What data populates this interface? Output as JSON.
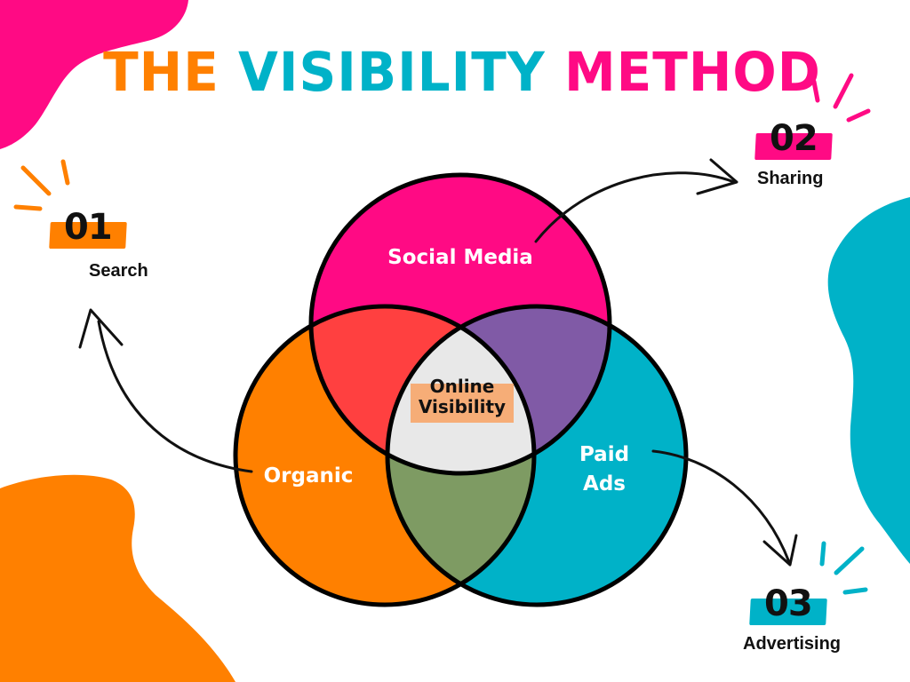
{
  "title": {
    "part1": "THE",
    "part2": "VISIBILITY",
    "part3": "METHOD"
  },
  "colors": {
    "orange": "#FF8000",
    "teal": "#00B2C8",
    "pink": "#FF0A84",
    "red_overlap": "#FF4040",
    "purple_overlap": "#805AA6",
    "green_overlap": "#7E9B63",
    "center_overlap": "#E8E8E8",
    "center_highlight": "#F7A66A"
  },
  "venn": {
    "circles": [
      {
        "name": "Social Media",
        "color": "#FF0A84"
      },
      {
        "name": "Organic",
        "color": "#FF8000"
      },
      {
        "name": "Paid Ads",
        "color": "#00B2C8"
      }
    ],
    "labels": {
      "social": "Social Media",
      "organic": "Organic",
      "paid_line1": "Paid",
      "paid_line2": "Ads"
    },
    "center": {
      "line1": "Online",
      "line2": "Visibility"
    }
  },
  "steps": [
    {
      "number": "01",
      "label": "Search",
      "color": "#FF8000",
      "source": "Organic",
      "icon": "arrow-icon"
    },
    {
      "number": "02",
      "label": "Sharing",
      "color": "#FF0A84",
      "source": "Social Media",
      "icon": "arrow-icon"
    },
    {
      "number": "03",
      "label": "Advertising",
      "color": "#00B2C8",
      "source": "Paid Ads",
      "icon": "arrow-icon"
    }
  ]
}
